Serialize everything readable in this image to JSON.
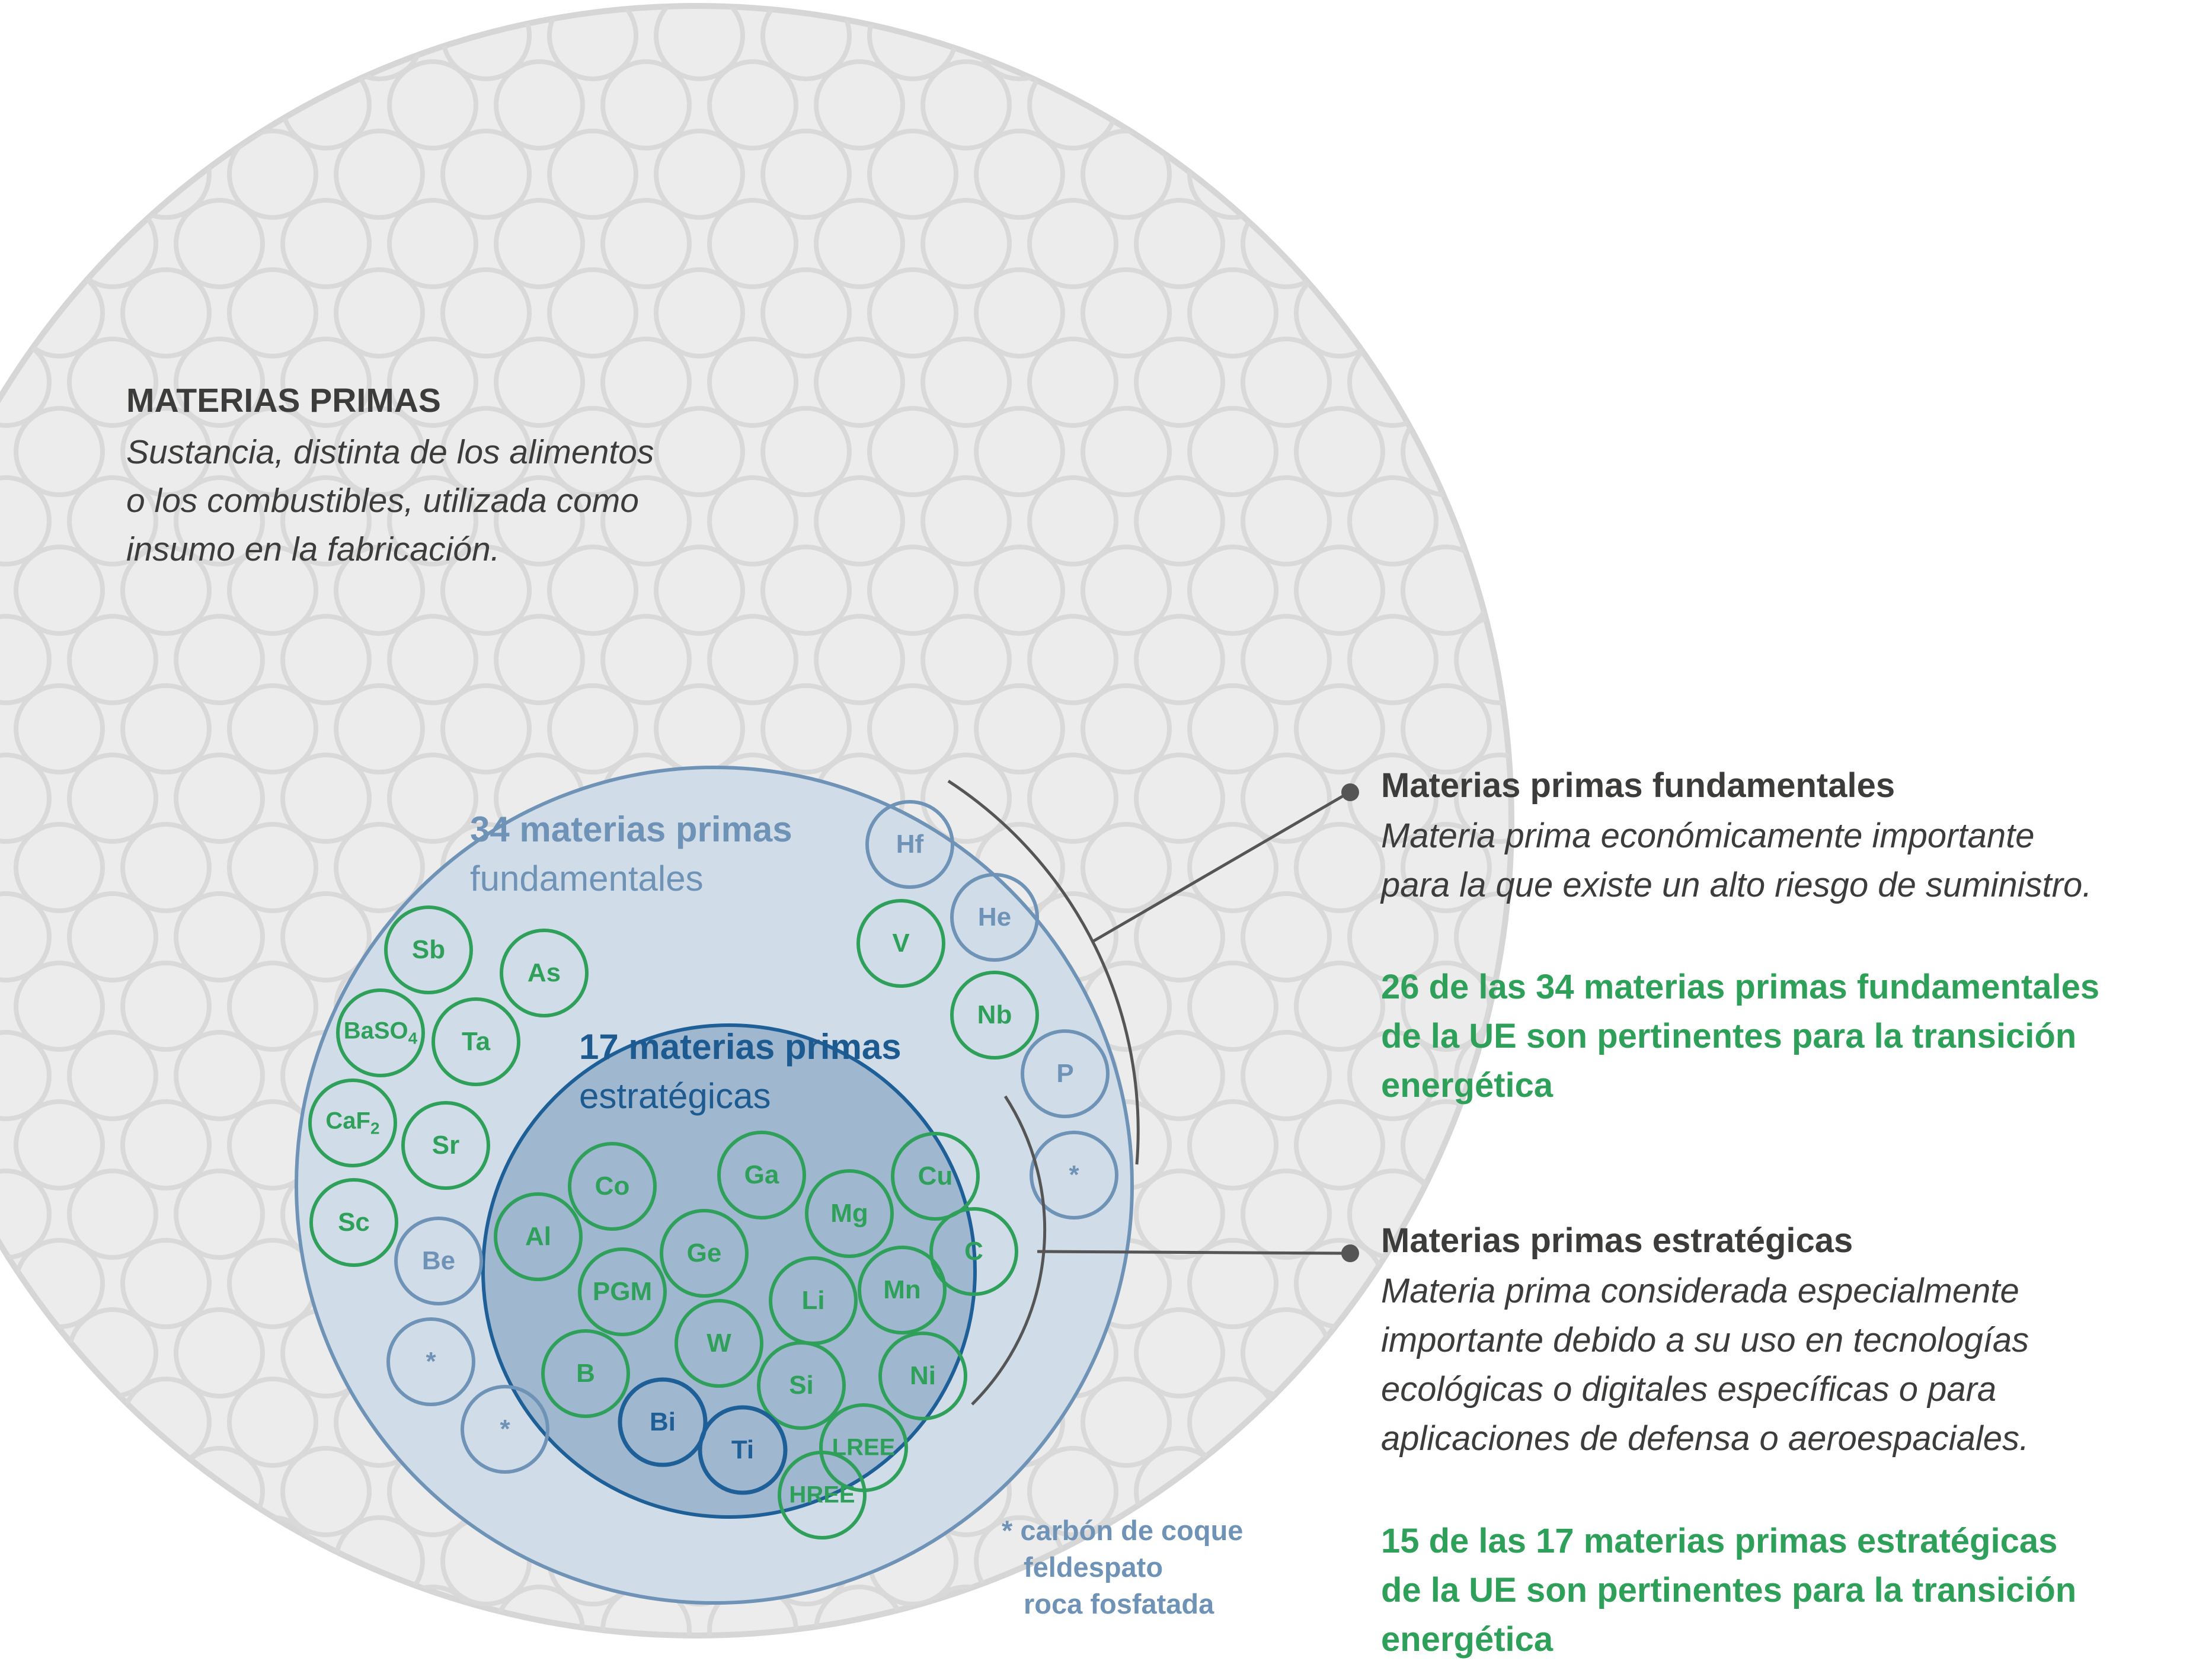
{
  "colors": {
    "outer_fill": "#ececec",
    "outer_stroke": "#d6d6d6",
    "pattern_stroke": "#d9d9d9",
    "fundamental_fill": "#d0dde8",
    "fundamental_stroke": "#6f93b6",
    "strategic_fill": "#9fb7cf",
    "strategic_stroke": "#1d5f96",
    "green": "#2fa05a",
    "blue_grey": "#6f93b6",
    "dark_blue": "#1d5a90",
    "text_dark": "#3c3c3b",
    "connector": "#555555"
  },
  "raw_materials": {
    "title": "MATERIAS PRIMAS",
    "description_lines": [
      "Sustancia, distinta de los alimentos",
      "o los combustibles, utilizada como",
      "insumo en la fabricación."
    ]
  },
  "fundamental_circle": {
    "label_bold": "34 materias primas",
    "label_regular": "fundamentales"
  },
  "strategic_circle": {
    "label_bold": "17 materias primas",
    "label_regular": "estratégicas"
  },
  "elements": {
    "fundamental_green": [
      "Sb",
      "As",
      "BaSO4",
      "Ta",
      "CaF2",
      "Sr",
      "Sc",
      "V",
      "Nb"
    ],
    "fundamental_grey": [
      "Hf",
      "He",
      "P",
      "*",
      "Be",
      "*",
      "*"
    ],
    "strategic_green": [
      "Co",
      "Ga",
      "Cu",
      "Mg",
      "Al",
      "Ge",
      "C",
      "PGM",
      "Mn",
      "Li",
      "W",
      "B",
      "Si",
      "Ni",
      "LREE",
      "HREE"
    ],
    "strategic_dark": [
      "Bi",
      "Ti"
    ]
  },
  "footnote_lines": [
    "* carbón de coque",
    "feldespato",
    "roca fosfatada"
  ],
  "fundamental_def": {
    "title": "Materias primas fundamentales",
    "lines": [
      "Materia prima económicamente importante",
      "para la que existe un alto riesgo de suministro."
    ],
    "highlight_lines": [
      "26 de las 34 materias primas fundamentales",
      "de la UE son pertinentes para la transición",
      "energética"
    ]
  },
  "strategic_def": {
    "title": "Materias primas estratégicas",
    "lines": [
      "Materia prima considerada especialmente",
      "importante debido a su uso en tecnologías",
      "ecológicas o digitales específicas o para",
      "aplicaciones de defensa o aeroespaciales."
    ],
    "highlight_lines": [
      "15 de las 17 materias primas estratégicas",
      "de la UE son pertinentes para la transición",
      "energética"
    ]
  }
}
